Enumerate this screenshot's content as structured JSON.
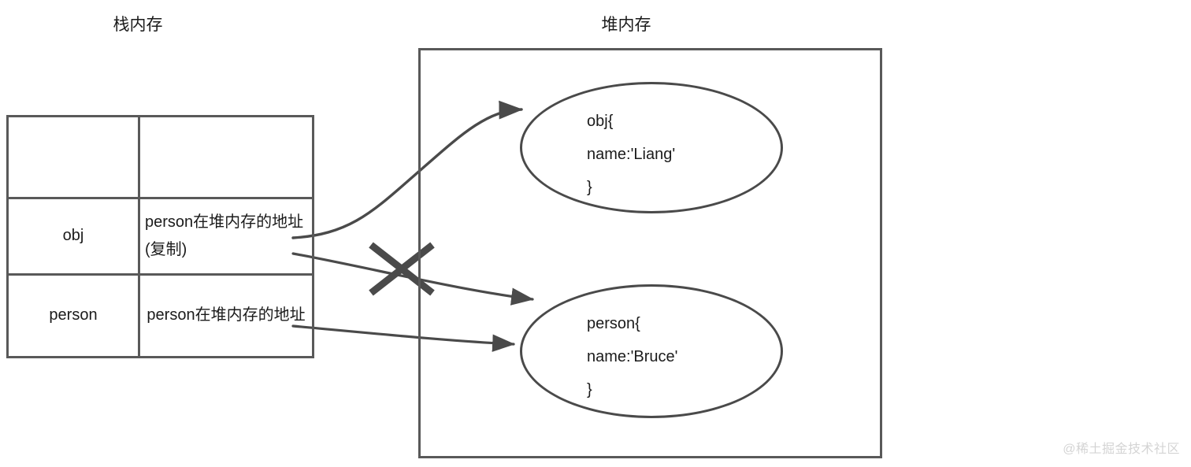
{
  "titles": {
    "stack": "栈内存",
    "heap": "堆内存"
  },
  "stack_table": {
    "rows": [
      {
        "key": "",
        "value": ""
      },
      {
        "key": "obj",
        "value": "person在堆内存的地址 (复制)"
      },
      {
        "key": "person",
        "value": "person在堆内存的地址"
      }
    ]
  },
  "heap_objects": [
    {
      "name": "obj-object",
      "lines": [
        "obj{",
        "name:'Liang'",
        "}"
      ]
    },
    {
      "name": "person-object",
      "lines": [
        "person{",
        "name:'Bruce'",
        "}"
      ]
    }
  ],
  "connectors": [
    {
      "name": "obj-to-obj-heap-arrow",
      "note": "curved arrow from obj stack slot up to obj{} ellipse"
    },
    {
      "name": "obj-to-person-heap-arrow-invalidated",
      "note": "straight arrow from obj stack slot to person{} ellipse, crossed out"
    },
    {
      "name": "person-to-person-heap-arrow",
      "note": "straight arrow from person stack slot to person{} ellipse"
    }
  ],
  "cross_mark": {
    "name": "invalid-reference-cross",
    "label": "X"
  },
  "watermark": "@稀土掘金技术社区",
  "colors": {
    "stroke": "#595959",
    "ellipse_stroke": "#4a4a4a",
    "arrow": "#4a4a4a",
    "text": "#1b1b1b",
    "watermark": "#d4d4d4",
    "background": "#ffffff"
  }
}
